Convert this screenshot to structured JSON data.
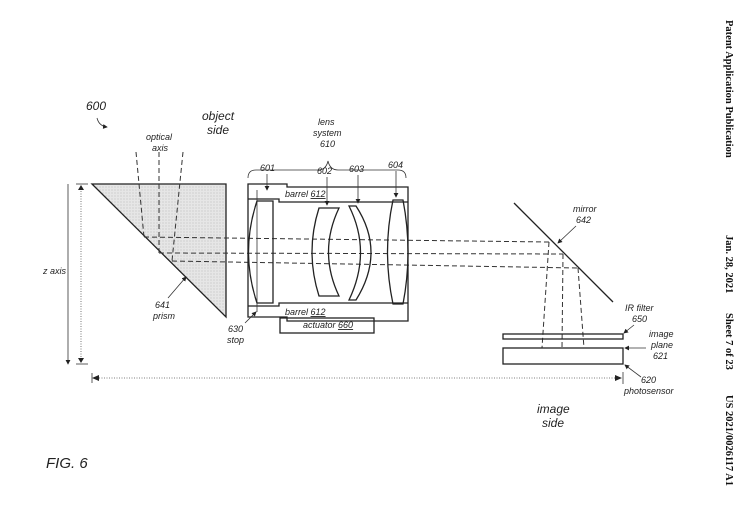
{
  "header": {
    "publication": "Patent Application Publication",
    "date": "Jan. 28, 2021",
    "sheet": "Sheet 7 of 23",
    "number": "US 2021/0026117 A1"
  },
  "figure": {
    "label": "FIG. 6",
    "ref_600": "600",
    "object_side": [
      "object",
      "side"
    ],
    "image_side": [
      "image",
      "side"
    ],
    "optical_axis": [
      "optical",
      "axis"
    ],
    "z_axis": "z axis",
    "lens_system": [
      "lens",
      "system",
      "610"
    ],
    "lens_601": "601",
    "lens_602": "602",
    "lens_603": "603",
    "lens_604": "604",
    "barrel_top": "barrel",
    "barrel_bottom": "barrel",
    "barrel_ref": "612",
    "actuator": "actuator",
    "actuator_ref": "660",
    "stop": [
      "630",
      "stop"
    ],
    "prism": [
      "641",
      "prism"
    ],
    "mirror": [
      "mirror",
      "642"
    ],
    "ir_filter": [
      "IR filter",
      "650"
    ],
    "image_plane": [
      "image",
      "plane",
      "621"
    ],
    "photosensor": [
      "620",
      "photosensor"
    ]
  }
}
